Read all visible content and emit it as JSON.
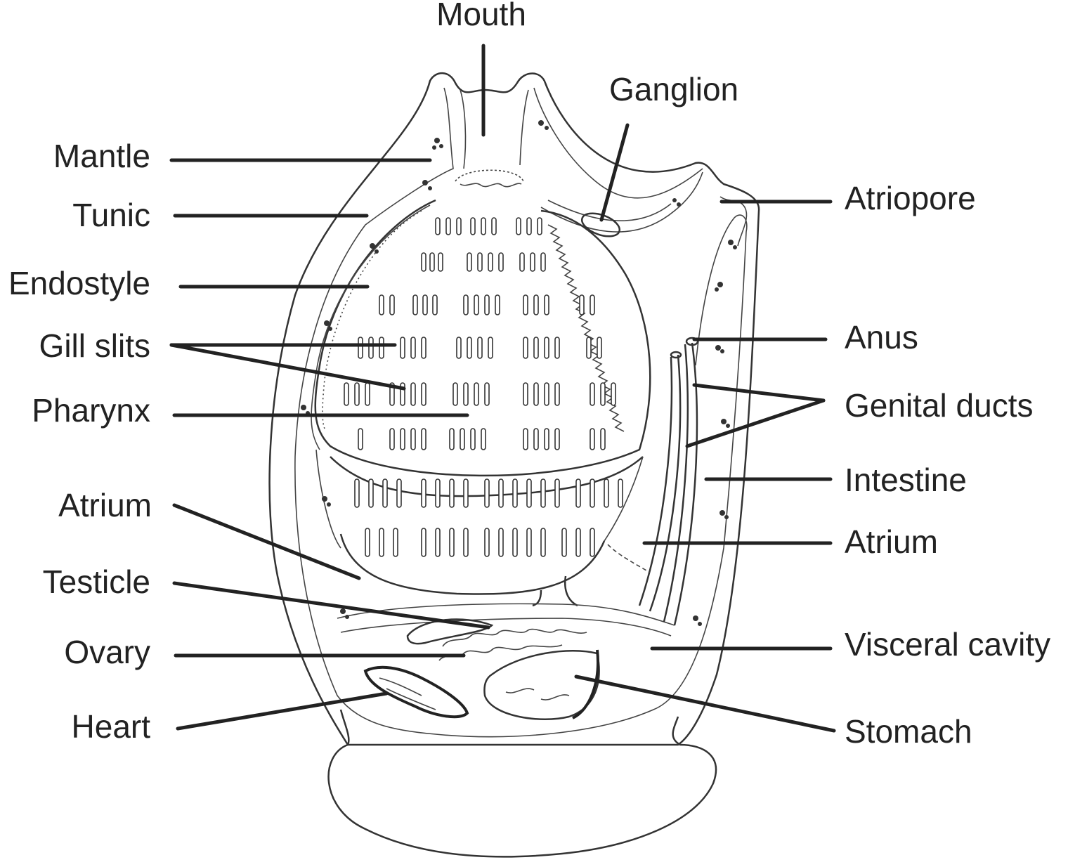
{
  "labels": {
    "mouth": "Mouth",
    "ganglion": "Ganglion",
    "mantle": "Mantle",
    "tunic": "Tunic",
    "endostyle": "Endostyle",
    "gill_slits": "Gill slits",
    "pharynx": "Pharynx",
    "atrium_left": "Atrium",
    "testicle": "Testicle",
    "ovary": "Ovary",
    "heart": "Heart",
    "atriopore": "Atriopore",
    "anus": "Anus",
    "genital_ducts": "Genital ducts",
    "intestine": "Intestine",
    "atrium_right": "Atrium",
    "visceral_cavity": "Visceral cavity",
    "stomach": "Stomach"
  },
  "colors": {
    "ink": "#222222",
    "background": "#ffffff"
  }
}
